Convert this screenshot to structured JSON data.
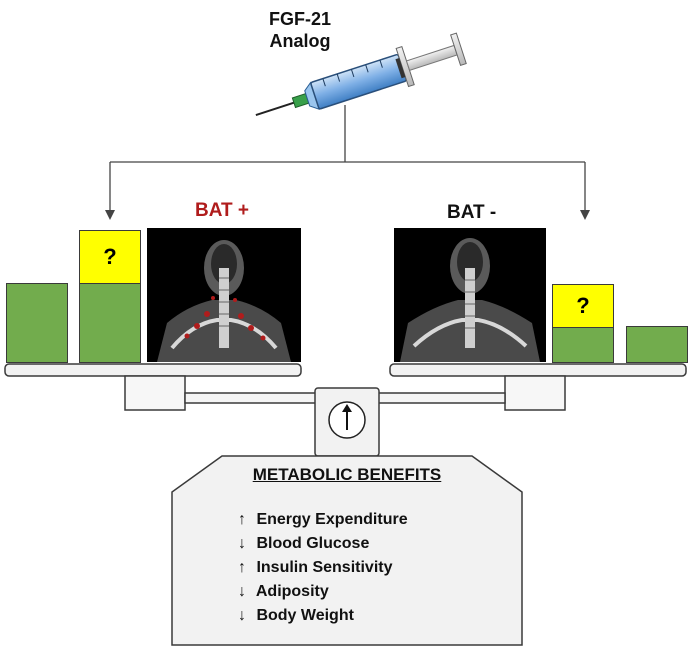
{
  "title_line1": "FGF-21",
  "title_line2": "Analog",
  "bat_positive": {
    "label": "BAT +",
    "color": "#b01c1c",
    "question": "?"
  },
  "bat_negative": {
    "label": "BAT -",
    "color": "#111111",
    "question": "?"
  },
  "benefits": {
    "title": "METABOLIC BENEFITS",
    "items": [
      {
        "arrow": "↑",
        "text": "Energy Expenditure"
      },
      {
        "arrow": "↓",
        "text": "Blood Glucose"
      },
      {
        "arrow": "↑",
        "text": "Insulin Sensitivity"
      },
      {
        "arrow": "↓",
        "text": "Adiposity"
      },
      {
        "arrow": "↓",
        "text": "Body Weight"
      }
    ]
  },
  "colors": {
    "green": "#72ac4d",
    "yellow": "#ffff00",
    "outline": "#3a3a3a",
    "syringe_barrel": "#7fb0e6",
    "needle_hub": "#38a04a"
  }
}
